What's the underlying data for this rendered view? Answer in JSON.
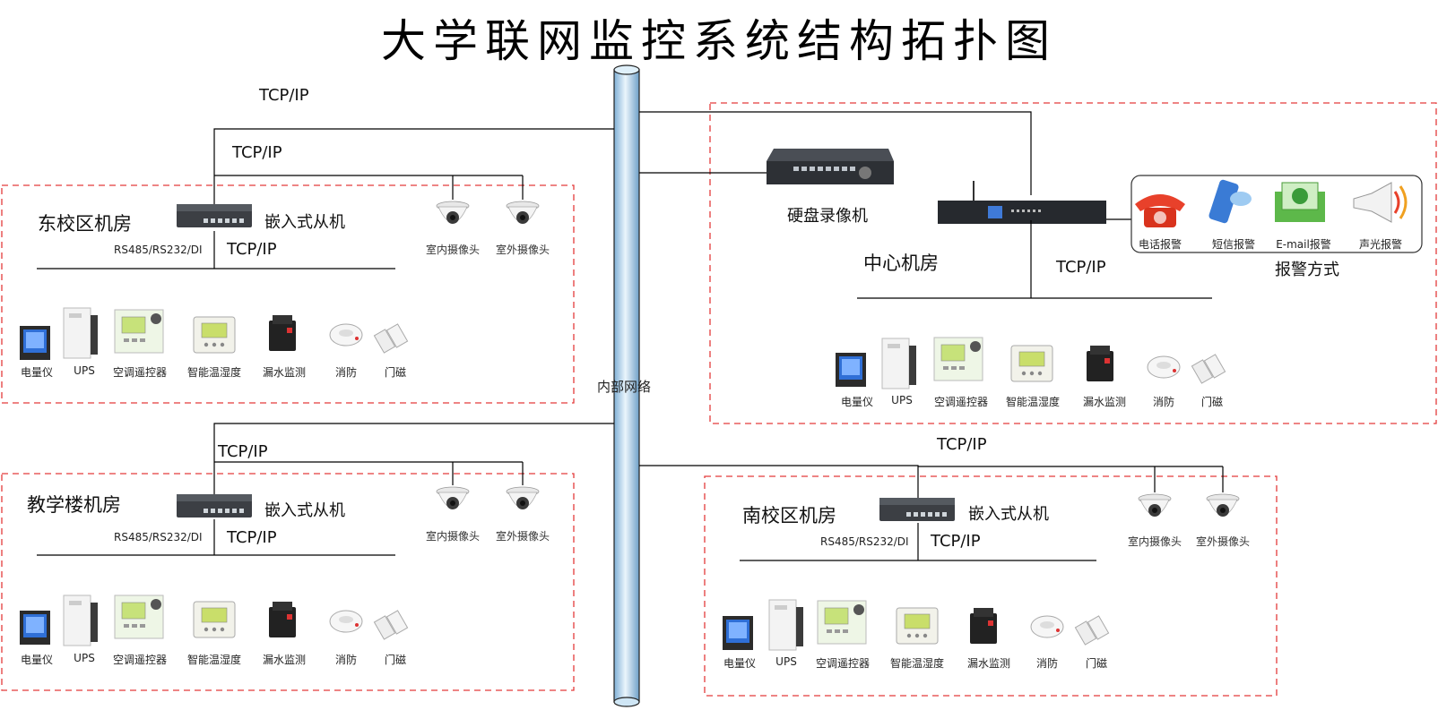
{
  "title": "大学联网监控系统结构拓扑图",
  "backbone_label": "内部网络",
  "tcpip": "TCP/IP",
  "slave_label": "嵌入式从机",
  "rs_label": "RS485/RS232/DI",
  "camera_labels": [
    "室内摄像头",
    "室外摄像头"
  ],
  "device_labels": [
    "电量仪",
    "UPS",
    "空调遥控器",
    "智能温湿度",
    "漏水监测",
    "消防",
    "门磁"
  ],
  "rooms": {
    "east": "东校区机房",
    "teaching": "教学楼机房",
    "south": "南校区机房",
    "center": "中心机房"
  },
  "center": {
    "dvr_label": "硬盘录像机",
    "alarm_title": "报警方式",
    "alarms": [
      "电话报警",
      "短信报警",
      "E-mail报警",
      "声光报警"
    ]
  },
  "colors": {
    "dashed_border": "#e33b3b",
    "pipe": "#b9d9ee",
    "line": "#000000"
  }
}
